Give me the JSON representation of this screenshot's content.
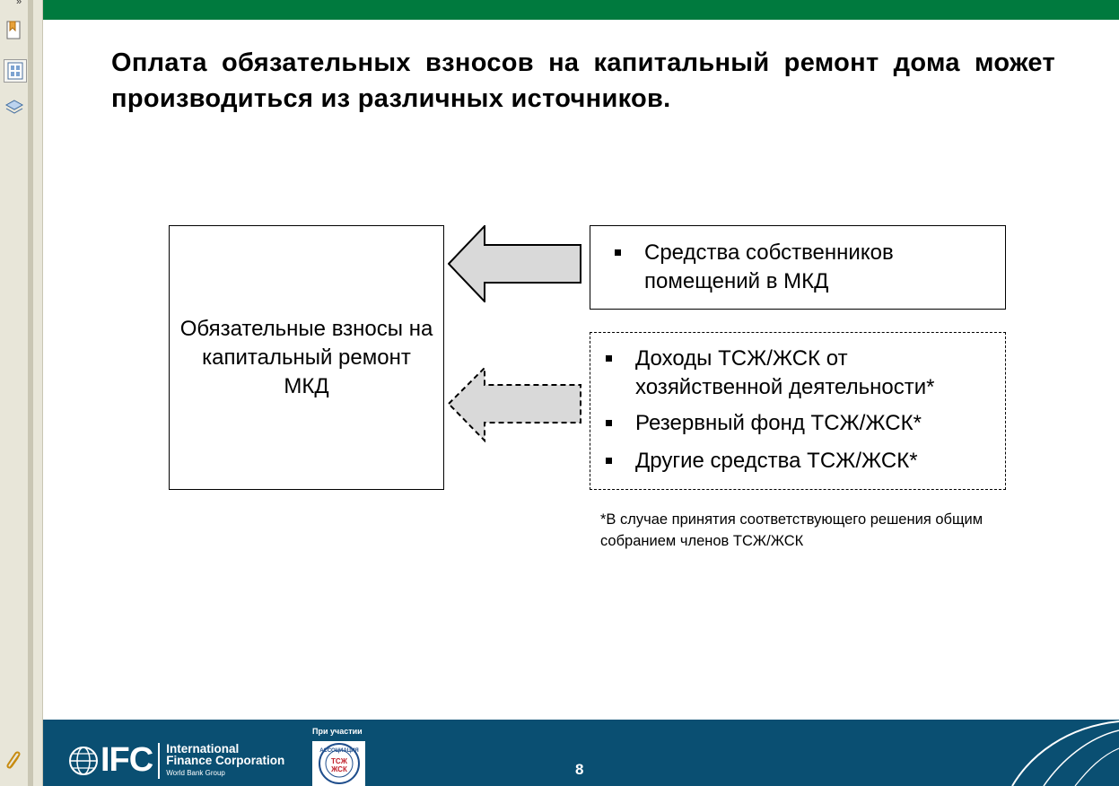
{
  "viewer": {
    "collapse_glyph": "»",
    "tools": [
      "bookmarks-icon",
      "page-thumbnails-icon",
      "layers-icon",
      "attachments-icon"
    ]
  },
  "slide": {
    "title": "Оплата обязательных взносов на капитальный ремонт дома может производиться из различных источников.",
    "target_box_text": "Обязательные взносы на капитальный ремонт МКД",
    "owners_sources": [
      "Средства собственников помещений в МКД"
    ],
    "hoa_sources": [
      "Доходы ТСЖ/ЖСК от хозяйственной деятельности*",
      "Резервный фонд ТСЖ/ЖСК*",
      "Другие средства ТСЖ/ЖСК*"
    ],
    "footnote": "*В случае принятия соответствующего решения общим собранием членов ТСЖ/ЖСК"
  },
  "footer": {
    "ifc_letters": "IFC",
    "ifc_name_line1": "International",
    "ifc_name_line2": "Finance Corporation",
    "ifc_group": "World Bank Group",
    "participation": "При участии",
    "assoc_text_top": "АССОЦИАЦИЯ",
    "assoc_text_mid": "ТСЖ",
    "assoc_text_bottom": "ЖСК",
    "page_number": "8"
  },
  "colors": {
    "top_band": "#007a3e",
    "footer_band": "#0a4f72",
    "arrow_fill": "#d9d9d9",
    "sidebar": "#e8e6d9"
  }
}
